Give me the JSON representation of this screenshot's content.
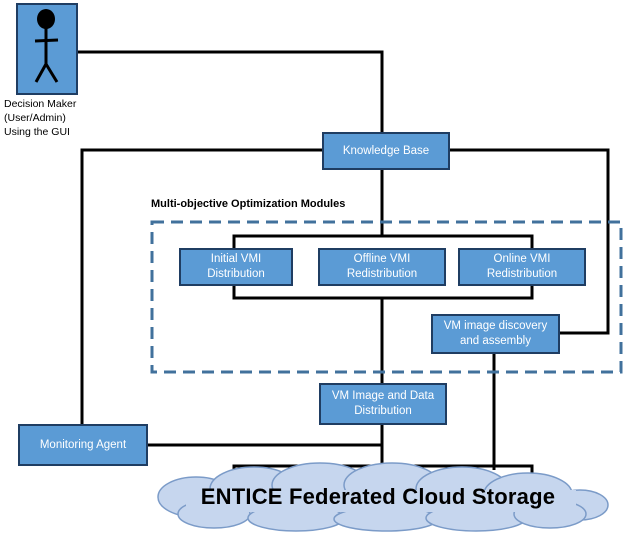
{
  "decision_maker": {
    "label": "Decision Maker\n(User/Admin)\nUsing the GUI",
    "icon": "user-icon"
  },
  "knowledge_base": {
    "label": "Knowledge Base"
  },
  "optimization_modules": {
    "title": "Multi-objective Optimization Modules",
    "modules": [
      {
        "label": "Initial VMI\nDistribution"
      },
      {
        "label": "Offline VMI\nRedistribution"
      },
      {
        "label": "Online VMI\nRedistribution"
      }
    ],
    "discovery": {
      "label": "VM image discovery\nand assembly"
    }
  },
  "vm_distribution": {
    "label": "VM Image and Data\nDistribution"
  },
  "monitoring_agent": {
    "label": "Monitoring Agent"
  },
  "cloud_storage": {
    "label": "ENTICE Federated Cloud Storage"
  },
  "colors": {
    "box_fill": "#5b9bd5",
    "box_border": "#1f3d62",
    "dashed_border": "#41719c",
    "cloud_fill": "#c6d6ee"
  }
}
